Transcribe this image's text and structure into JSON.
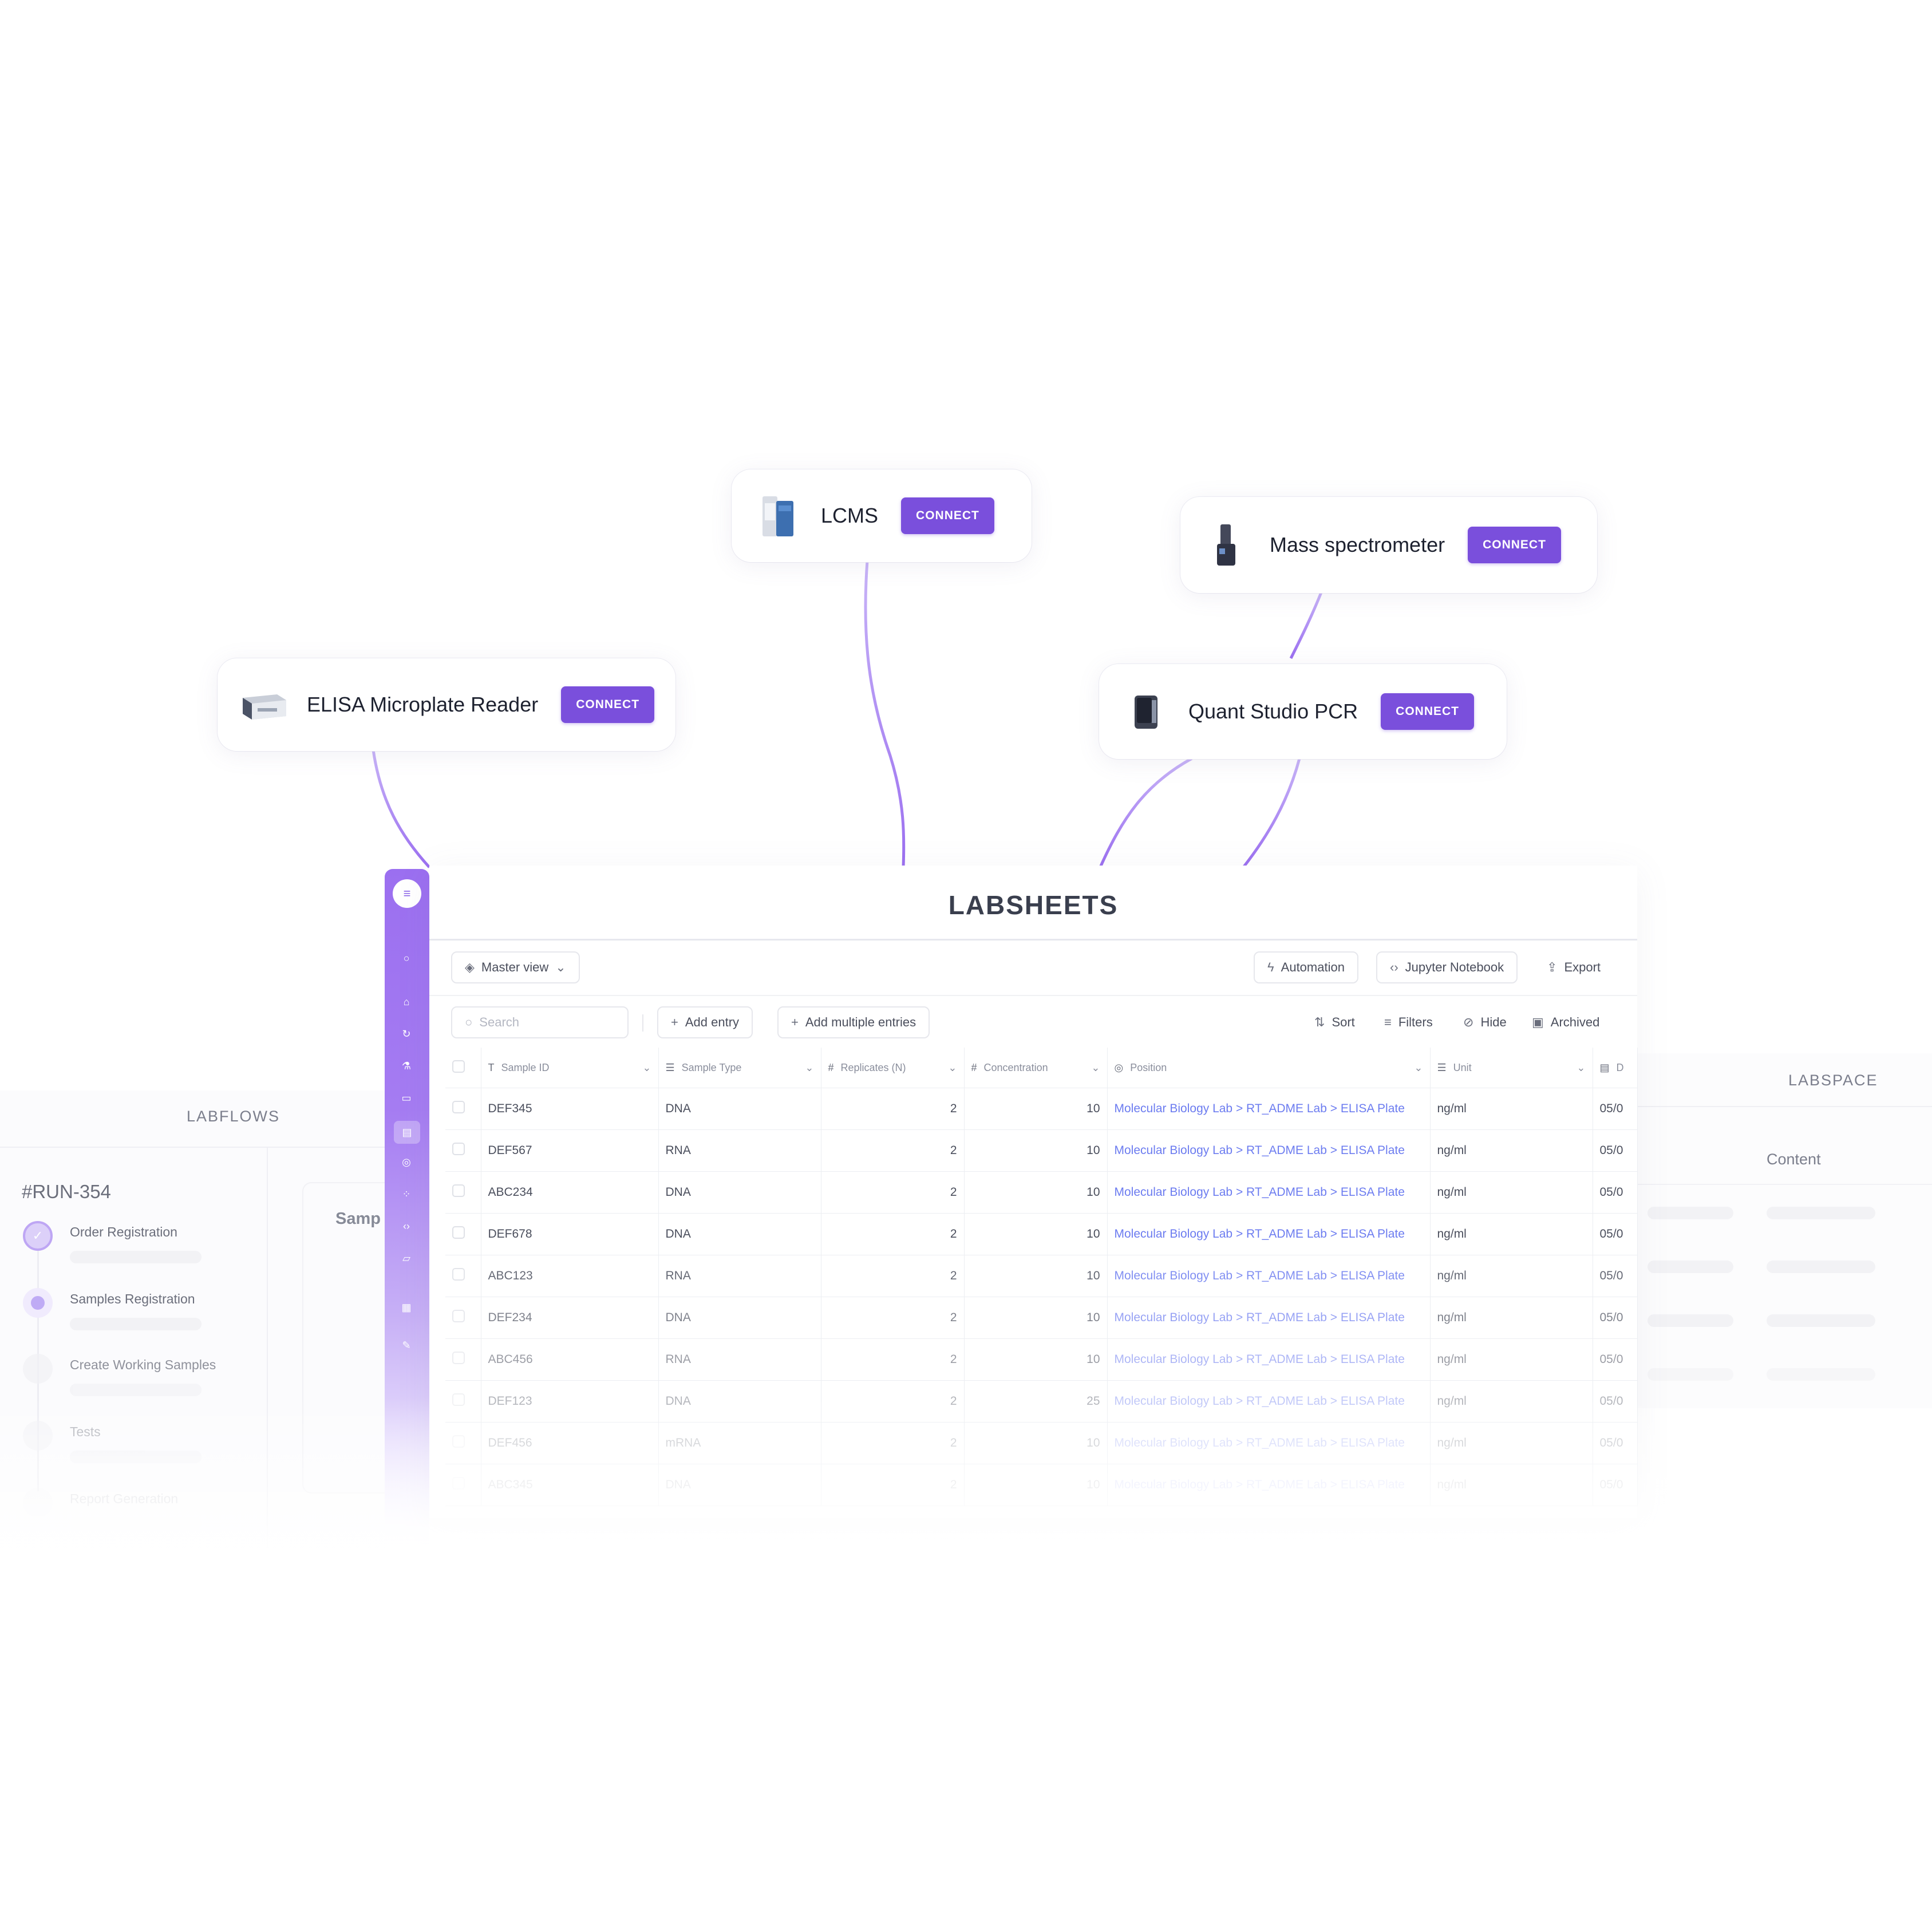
{
  "instruments": [
    {
      "name": "LCMS",
      "button": "CONNECT",
      "icon": "lcms-instrument-icon"
    },
    {
      "name": "Mass spectrometer",
      "button": "CONNECT",
      "icon": "mass-spectrometer-icon"
    },
    {
      "name": "ELISA Microplate Reader",
      "button": "CONNECT",
      "icon": "microplate-reader-icon"
    },
    {
      "name": "Quant Studio PCR",
      "button": "CONNECT",
      "icon": "pcr-instrument-icon"
    }
  ],
  "colors": {
    "accent": "#7a4fdc",
    "link": "#6c7cf0",
    "connector": "#a98af2"
  },
  "labsheets": {
    "title": "LABSHEETS",
    "view_label": "Master view",
    "automation_label": "Automation",
    "jupyter_label": "Jupyter Notebook",
    "export_label": "Export",
    "search_placeholder": "Search",
    "add_entry_label": "Add entry",
    "add_multiple_label": "Add multiple entries",
    "sort_label": "Sort",
    "filters_label": "Filters",
    "hide_label": "Hide",
    "archived_label": "Archived",
    "columns": [
      "Sample ID",
      "Sample Type",
      "Replicates (N)",
      "Concentration",
      "Position",
      "Unit",
      "D"
    ],
    "rows": [
      {
        "id": "DEF345",
        "type": "DNA",
        "replicates": "2",
        "concentration": "10",
        "position": "Molecular Biology Lab > RT_ADME Lab > ELISA Plate",
        "unit": "ng/ml",
        "date": "05/0"
      },
      {
        "id": "DEF567",
        "type": "RNA",
        "replicates": "2",
        "concentration": "10",
        "position": "Molecular Biology Lab > RT_ADME Lab > ELISA Plate",
        "unit": "ng/ml",
        "date": "05/0"
      },
      {
        "id": "ABC234",
        "type": "DNA",
        "replicates": "2",
        "concentration": "10",
        "position": "Molecular Biology Lab > RT_ADME Lab > ELISA Plate",
        "unit": "ng/ml",
        "date": "05/0"
      },
      {
        "id": "DEF678",
        "type": "DNA",
        "replicates": "2",
        "concentration": "10",
        "position": "Molecular Biology Lab > RT_ADME Lab > ELISA Plate",
        "unit": "ng/ml",
        "date": "05/0"
      },
      {
        "id": "ABC123",
        "type": "RNA",
        "replicates": "2",
        "concentration": "10",
        "position": "Molecular Biology Lab > RT_ADME Lab > ELISA Plate",
        "unit": "ng/ml",
        "date": "05/0"
      },
      {
        "id": "DEF234",
        "type": "DNA",
        "replicates": "2",
        "concentration": "10",
        "position": "Molecular Biology Lab > RT_ADME Lab > ELISA Plate",
        "unit": "ng/ml",
        "date": "05/0"
      },
      {
        "id": "ABC456",
        "type": "RNA",
        "replicates": "2",
        "concentration": "10",
        "position": "Molecular Biology Lab > RT_ADME Lab > ELISA Plate",
        "unit": "ng/ml",
        "date": "05/0"
      },
      {
        "id": "DEF123",
        "type": "DNA",
        "replicates": "2",
        "concentration": "25",
        "position": "Molecular Biology Lab > RT_ADME Lab > ELISA Plate",
        "unit": "ng/ml",
        "date": "05/0"
      },
      {
        "id": "DEF456",
        "type": "mRNA",
        "replicates": "2",
        "concentration": "10",
        "position": "Molecular Biology Lab > RT_ADME Lab > ELISA Plate",
        "unit": "ng/ml",
        "date": "05/0"
      },
      {
        "id": "ABC345",
        "type": "DNA",
        "replicates": "2",
        "concentration": "10",
        "position": "Molecular Biology Lab > RT_ADME Lab > ELISA Plate",
        "unit": "ng/ml",
        "date": "05/0"
      }
    ]
  },
  "labflows": {
    "title": "LABFLOWS",
    "run_id": "#RUN-354",
    "section_label": "Samp",
    "steps": [
      "Order Registration",
      "Samples Registration",
      "Create Working Samples",
      "Tests",
      "Report Generation"
    ]
  },
  "labspace": {
    "title": "LABSPACE",
    "content_label": "Content"
  }
}
